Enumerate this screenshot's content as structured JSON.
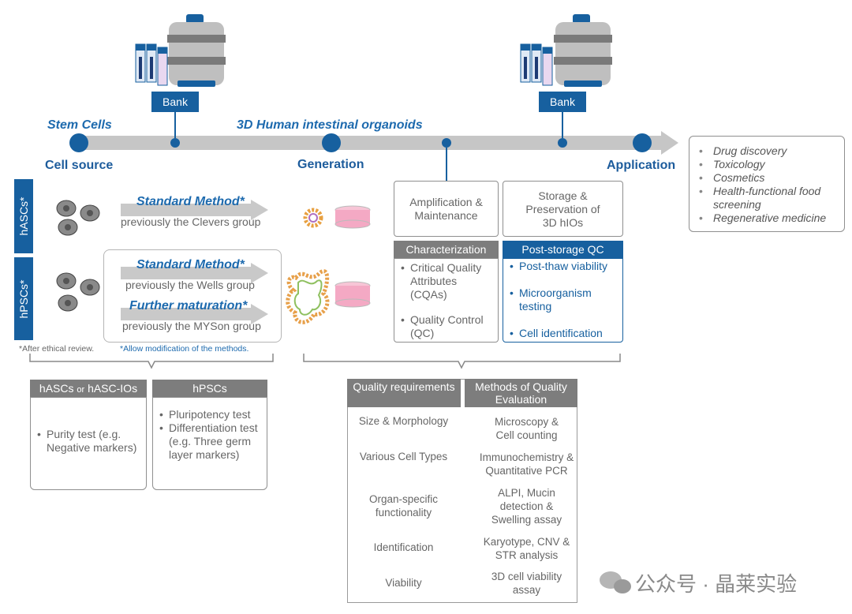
{
  "timeline": {
    "stem_cells": "Stem Cells",
    "hio_title": "3D Human intestinal organoids",
    "cell_source": "Cell source",
    "generation": "Generation",
    "application": "Application",
    "bank_left": "Bank",
    "bank_right": "Bank"
  },
  "applications": [
    "Drug discovery",
    "Toxicology",
    "Cosmetics",
    "Health-functional food screening",
    "Regenerative medicine"
  ],
  "side_tabs": {
    "hascs": "hASCs*",
    "hpscs": "hPSCs*"
  },
  "methods": {
    "hascs_method": "Standard Method*",
    "hascs_group": "previously the Clevers group",
    "hpscs_method": "Standard Method*",
    "hpscs_group": "previously the Wells group",
    "further": "Further maturation*",
    "further_group": "previously the MYSon group"
  },
  "notes": {
    "ethical": "*After ethical review.",
    "modification": "*Allow modification of the methods."
  },
  "amplification": "Amplification & Maintenance",
  "storage": "Storage & Preservation of 3D hIOs",
  "characterization": {
    "header": "Characterization",
    "items": [
      "Critical Quality Attributes (CQAs)",
      "Quality Control (QC)"
    ]
  },
  "poststorage": {
    "header": "Post-storage QC",
    "items": [
      "Post-thaw viability",
      "Microorganism testing",
      "Cell identification"
    ]
  },
  "hasc_box": {
    "header_main": "hASCs",
    "header_or": "or",
    "header_end": "hASC-IOs",
    "items": [
      "Purity test (e.g. Negative markers)"
    ]
  },
  "hpsc_box": {
    "header": "hPSCs",
    "items": [
      "Pluripotency test",
      "Differentiation test (e.g. Three germ layer markers)"
    ]
  },
  "quality_table": {
    "col1": "Quality requirements",
    "col2": "Methods of Quality Evaluation",
    "rows": [
      {
        "req": "Size & Morphology",
        "method": "Microscopy & Cell counting"
      },
      {
        "req": "Various Cell Types",
        "method": "Immunochemistry & Quantitative PCR"
      },
      {
        "req": "Organ-specific functionality",
        "method": "ALPI, Mucin detection & Swelling assay"
      },
      {
        "req": "Identification",
        "method": "Karyotype, CNV & STR analysis"
      },
      {
        "req": "Viability",
        "method": "3D cell viability assay"
      }
    ]
  },
  "watermark": "公众号 · 晶莱实验"
}
